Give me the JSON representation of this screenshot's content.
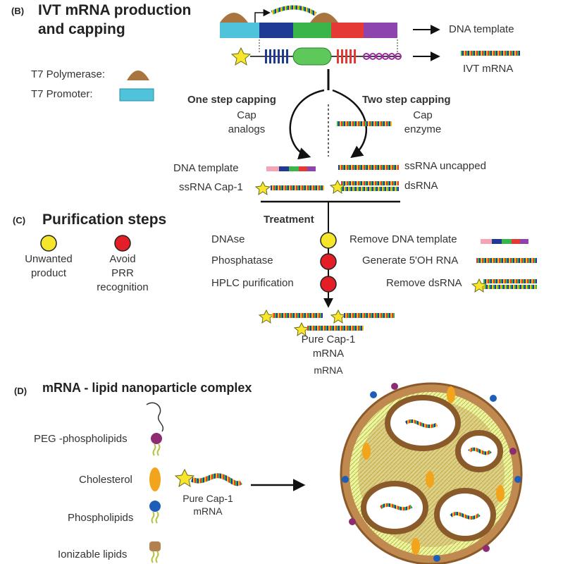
{
  "panel_b": {
    "letter": "(B)",
    "title_line1": "IVT mRNA production",
    "title_line2": "and capping",
    "legend_polymerase": "T7 Polymerase:",
    "legend_promoter": "T7 Promoter:",
    "dna_template_label": "DNA template",
    "ivt_mrna_label": "IVT mRNA",
    "one_step_title": "One step capping",
    "one_step_sub1": "Cap",
    "one_step_sub2": "analogs",
    "two_step_title": "Two step capping",
    "two_step_sub1": "Cap",
    "two_step_sub2": "enzyme",
    "out_dna_template": "DNA template",
    "out_ssrna_cap1": "ssRNA Cap-1",
    "out_ssrna_uncapped": "ssRNA uncapped",
    "out_dsrna": "dsRNA"
  },
  "panel_c": {
    "letter": "(C)",
    "title": "Purification steps",
    "legend_yellow_line1": "Unwanted",
    "legend_yellow_line2": "product",
    "legend_red_line1": "Avoid",
    "legend_red_line2": "PRR",
    "legend_red_line3": "recognition",
    "treatment": "Treatment",
    "steps": [
      {
        "name": "DNAse",
        "result": "Remove DNA template"
      },
      {
        "name": "Phosphatase",
        "result": "Generate 5'OH RNA"
      },
      {
        "name": "HPLC purification",
        "result": "Remove dsRNA"
      }
    ],
    "product_line1": "Pure Cap-1",
    "product_line2": "mRNA",
    "product_line3": "mRNA"
  },
  "panel_d": {
    "letter": "(D)",
    "title": "mRNA - lipid nanoparticle complex",
    "peg": "PEG -phospholipids",
    "cholesterol": "Cholesterol",
    "phospholipids": "Phospholipids",
    "ionizable": "Ionizable lipids",
    "mrna_line1": "Pure Cap-1",
    "mrna_line2": "mRNA"
  },
  "colors": {
    "promoter": "#4fc3d9",
    "polymerase": "#a9753f",
    "gene_blue": "#1f3a93",
    "gene_green": "#39b54a",
    "gene_red": "#e53935",
    "gene_purple": "#8e44ad",
    "star": "#f7e62c",
    "circle_yellow": "#f5e52b",
    "circle_red": "#e41e26",
    "cholesterol": "#f2a41c",
    "peg_head": "#8e2c73",
    "phospho_head": "#1d5fb8",
    "ionizable_head": "#b38150"
  }
}
